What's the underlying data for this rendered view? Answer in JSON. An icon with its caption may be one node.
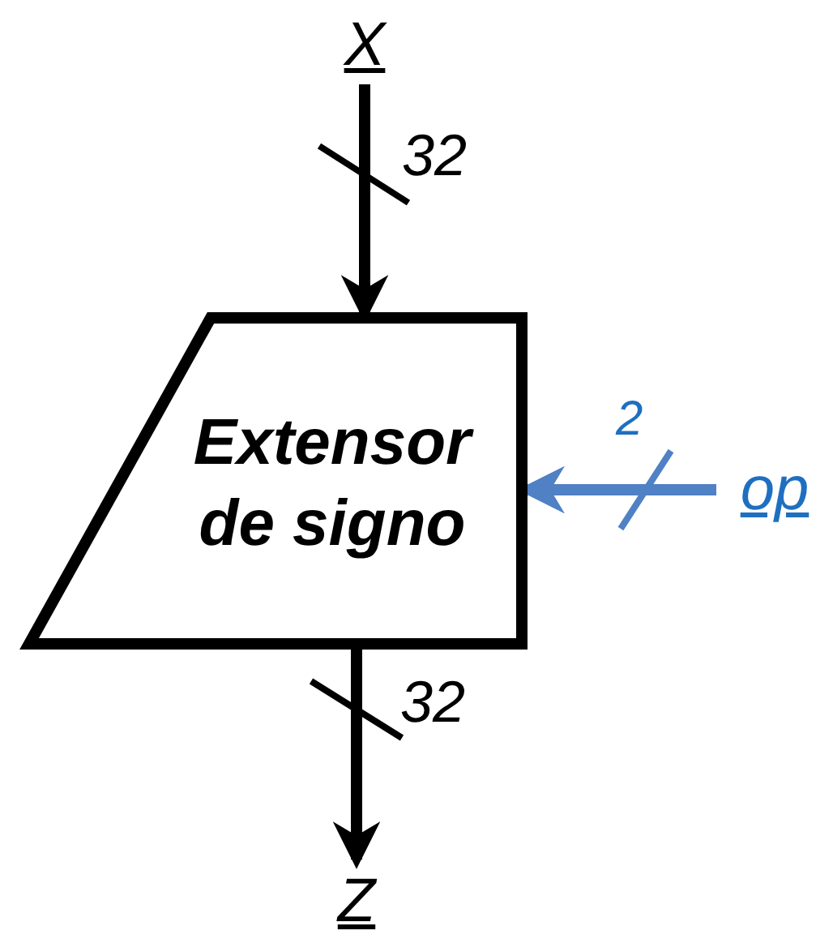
{
  "diagram": {
    "nodes": [
      {
        "text": [
          "X"
        ]
      },
      {
        "text": [
          "Extensor de signo"
        ]
      },
      {
        "text": [
          "op"
        ]
      },
      {
        "text": [
          "Z"
        ]
      }
    ],
    "edges": [
      {
        "from": 0,
        "to": 1,
        "arrow": "to",
        "label": "32"
      },
      {
        "from": 2,
        "to": 1,
        "arrow": "to",
        "label": "2",
        "color": "#4f81c4"
      },
      {
        "from": 1,
        "to": 3,
        "arrow": "to",
        "label": "32"
      }
    ]
  }
}
